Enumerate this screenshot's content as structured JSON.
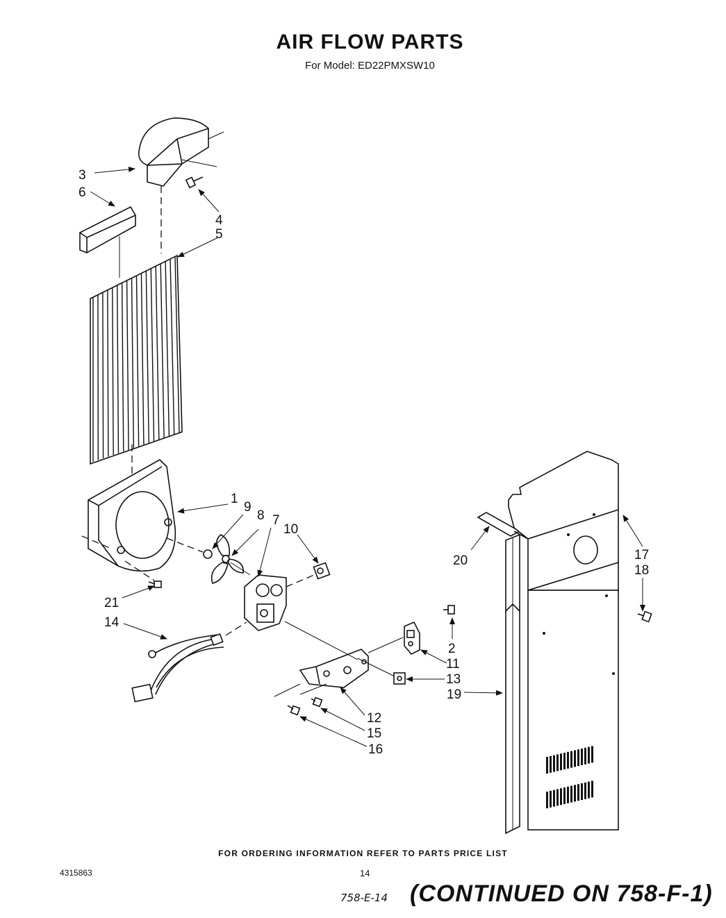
{
  "header": {
    "title": "AIR FLOW PARTS",
    "subtitle": "For Model: ED22PMXSW10"
  },
  "callouts": {
    "c1": "1",
    "c2": "2",
    "c3": "3",
    "c4": "4",
    "c5": "5",
    "c6": "6",
    "c7": "7",
    "c8": "8",
    "c9": "9",
    "c10": "10",
    "c11": "11",
    "c12": "12",
    "c13": "13",
    "c14": "14",
    "c15": "15",
    "c16": "16",
    "c17": "17",
    "c18": "18",
    "c19": "19",
    "c20": "20",
    "c21": "21"
  },
  "footer": {
    "ordering_note": "FOR ORDERING INFORMATION REFER TO PARTS PRICE LIST",
    "doc_number": "4315863",
    "page_number": "14",
    "handwritten_ref": "758-E-14",
    "continued": "(CONTINUED ON 758-F-1)"
  }
}
